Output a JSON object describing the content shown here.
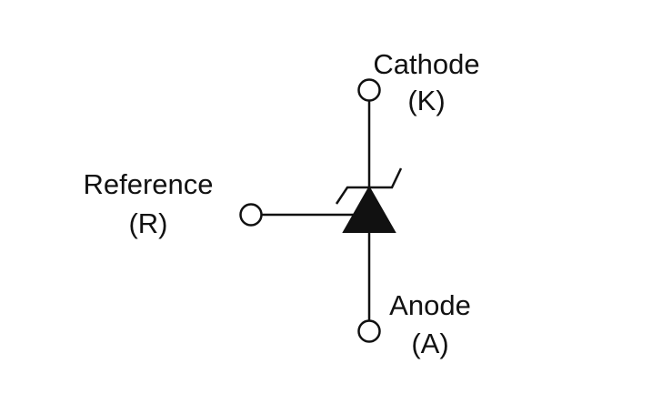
{
  "labels": {
    "cathode": {
      "name": "Cathode",
      "symbol": "(K)"
    },
    "reference": {
      "name": "Reference",
      "symbol": "(R)"
    },
    "anode": {
      "name": "Anode",
      "symbol": "(A)"
    }
  },
  "colors": {
    "stroke": "#111111",
    "fill": "#111111",
    "background": "#ffffff"
  }
}
